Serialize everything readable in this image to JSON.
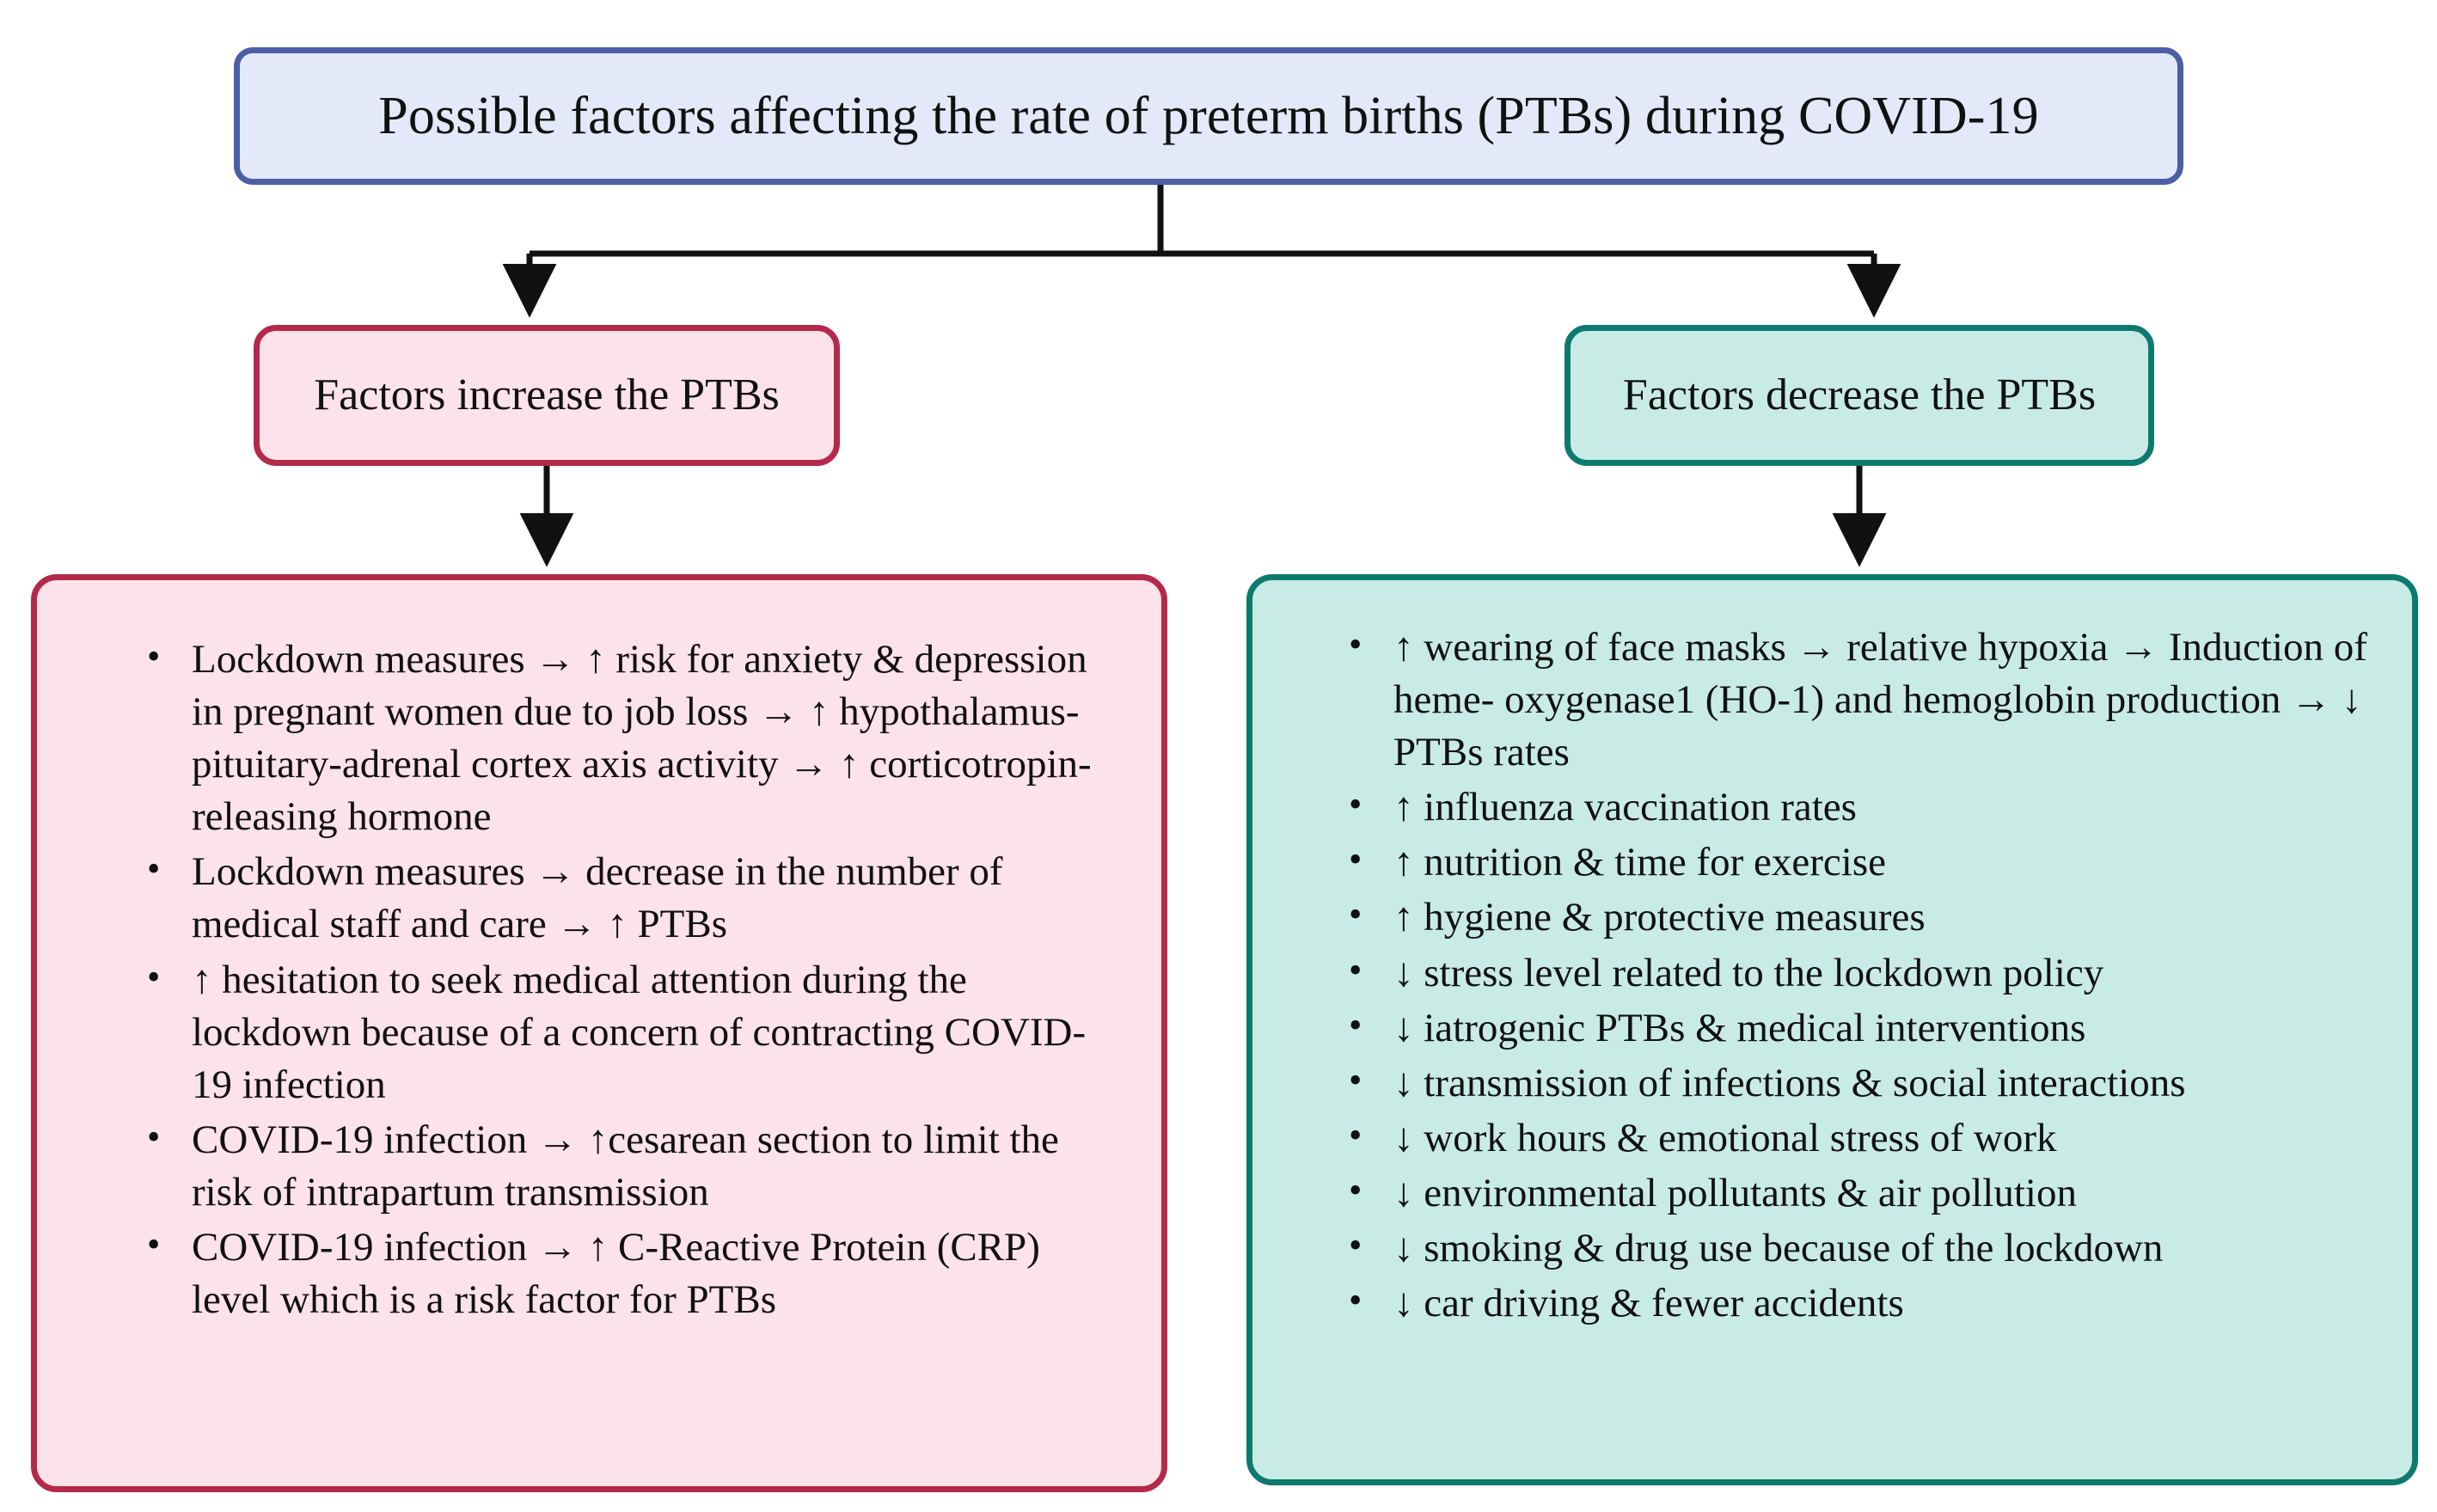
{
  "diagram": {
    "title": "Possible factors affecting the rate of preterm births (PTBs) during COVID-19",
    "branches": {
      "increase": {
        "header": "Factors increase the PTBs",
        "fill_color": "#fce2e9",
        "border_color": "#b4294b",
        "items": [
          "Lockdown measures → ↑ risk for anxiety & depression in pregnant women due to job loss → ↑ hypothalamus-pituitary-adrenal cortex axis activity → ↑ corticotropin-releasing hormone",
          "Lockdown measures → decrease in the number of medical staff and care → ↑ PTBs",
          "↑ hesitation to seek medical attention during the lockdown because of a concern of contracting COVID-19 infection",
          "COVID-19 infection → ↑cesarean section to limit the risk of intrapartum transmission",
          "COVID-19 infection → ↑ C-Reactive Protein (CRP) level which is a risk factor for PTBs"
        ]
      },
      "decrease": {
        "header": "Factors decrease the PTBs",
        "fill_color": "#c9ebe6",
        "border_color": "#0d7a6f",
        "items": [
          "↑ wearing of face masks → relative hypoxia → Induction of heme- oxygenase1 (HO-1) and hemoglobin production → ↓  PTBs rates",
          "↑ influenza vaccination rates",
          "↑ nutrition & time for exercise",
          "↑ hygiene & protective measures",
          "↓ stress level related to the lockdown policy",
          "↓ iatrogenic PTBs & medical interventions",
          "↓ transmission of infections & social interactions",
          "↓ work hours & emotional stress of work",
          "↓ environmental pollutants & air pollution",
          "↓ smoking &  drug use because of the lockdown",
          "↓ car driving & fewer accidents"
        ]
      }
    },
    "colors": {
      "title_fill": "#e3e9f9",
      "title_border": "#4a5fa5",
      "connector": "#111111",
      "background": "#ffffff"
    }
  }
}
